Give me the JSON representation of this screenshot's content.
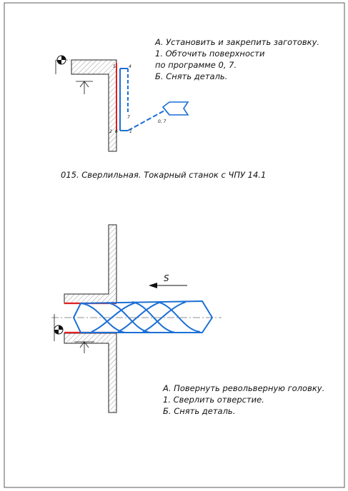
{
  "drawing": {
    "operation_title": "015. Сверлильная. Токарный станок с ЧПУ 14.1"
  },
  "step_one": {
    "lines": [
      "А. Установить и закрепить заготовку.",
      "1. Обточить поверхности",
      "по программе 0, 7.",
      "Б. Снять деталь."
    ],
    "point_labels": [
      "5",
      "4",
      "7",
      "2",
      "6",
      "1"
    ],
    "program_label": "0, 7"
  },
  "step_two": {
    "lines": [
      "А. Повернуть револьверную головку.",
      "1. Сверлить отверстие.",
      "Б. Снять деталь."
    ],
    "feed_symbol": "S"
  },
  "colors": {
    "tool_path": "#1b6fd6",
    "machined_surface": "#e02020",
    "outline": "#222222"
  },
  "icons": [
    "chuck-datum-icon",
    "support-icon",
    "feed-arrow-icon"
  ]
}
